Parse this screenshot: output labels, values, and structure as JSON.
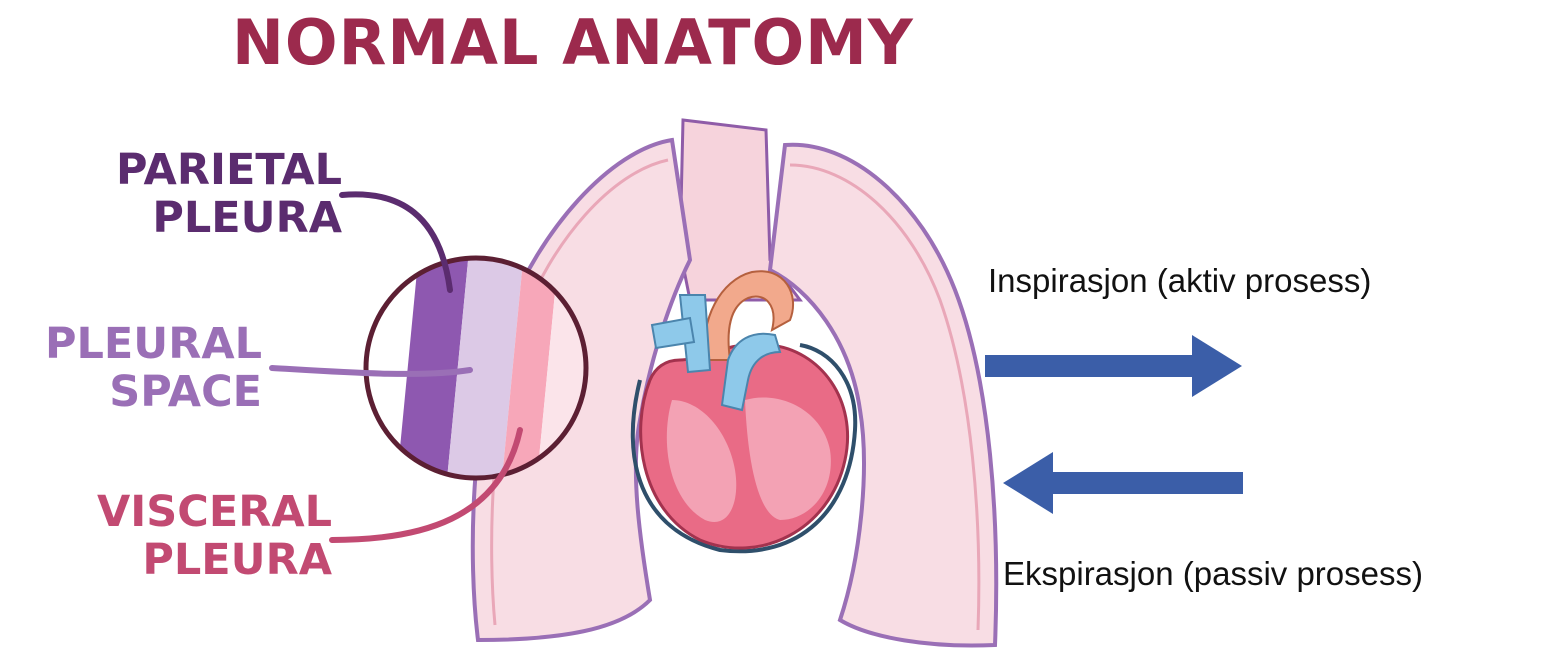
{
  "title": "NORMAL ANATOMY",
  "labels": {
    "parietal": [
      "PARIETAL",
      "PLEURA"
    ],
    "pleural_space": [
      "PLEURAL",
      "SPACE"
    ],
    "visceral": [
      "VISCERAL",
      "PLEURA"
    ]
  },
  "annotations": {
    "inspiration": "Inspirasjon (aktiv prosess)",
    "expiration": "Ekspirasjon (passiv prosess)"
  },
  "colors": {
    "title": "#9c2a4d",
    "parietal": "#5b2c6f",
    "pleural_space": "#9a6fb6",
    "visceral": "#c24a72",
    "lung_fill": "#f8dde4",
    "heart": "#e96b86",
    "vessel": "#8ec9ea",
    "arrow": "#3b5ea8"
  }
}
